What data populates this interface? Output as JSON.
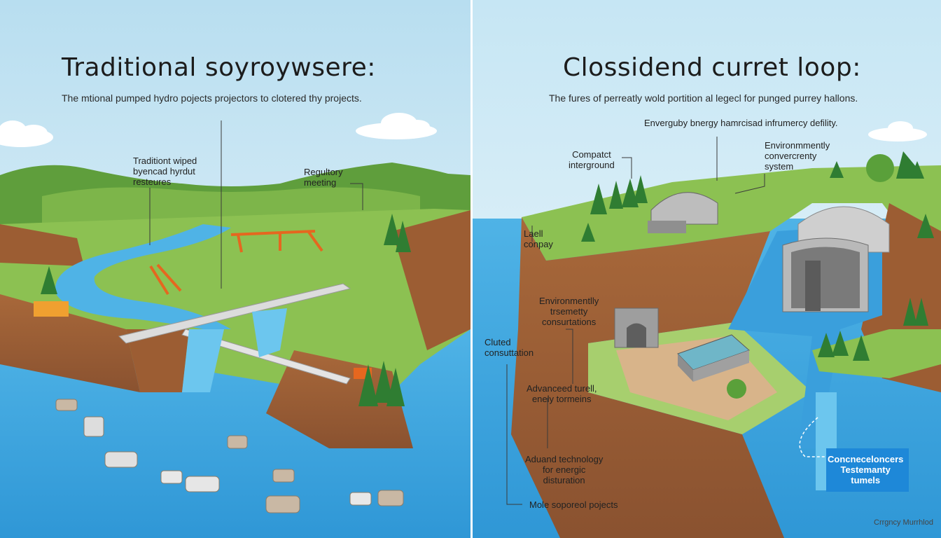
{
  "left": {
    "title": "Traditional soyroywsere:",
    "subtitle": "The mtional pumped hydro pojects projectors to clotered thy projects.",
    "labels": {
      "traditional": "Traditiont wiped\nbyencad hyrdut\nresteures",
      "regulatory": "Regultory\nmeeting"
    }
  },
  "right": {
    "title": "Clossidend curret loop:",
    "subtitle": "The fures of perreatly wold portition al legecl for punged purrey hallons.",
    "labels": {
      "energy": "Enverguby bnergy hamrcisad infrumercy defility.",
      "compact": "Compatct\ninterground",
      "env_system": "Environmmently\nconvercrenty\nsystem",
      "lael": "Laell\nconpay",
      "env_consult": "Environmentlly\ntrsemetty\nconsurtations",
      "cluted": "Cluted\nconsuttation",
      "advanced": "Advanceed turell,\nenely tormeins",
      "aduand": "Aduand technology\nfor energic\ndisturation",
      "mole": "Mole soporeol pojects",
      "tunnels": "Concneceloncers\nTestemanty\ntumels",
      "credit": "Crrgncy Murrhlod"
    }
  }
}
